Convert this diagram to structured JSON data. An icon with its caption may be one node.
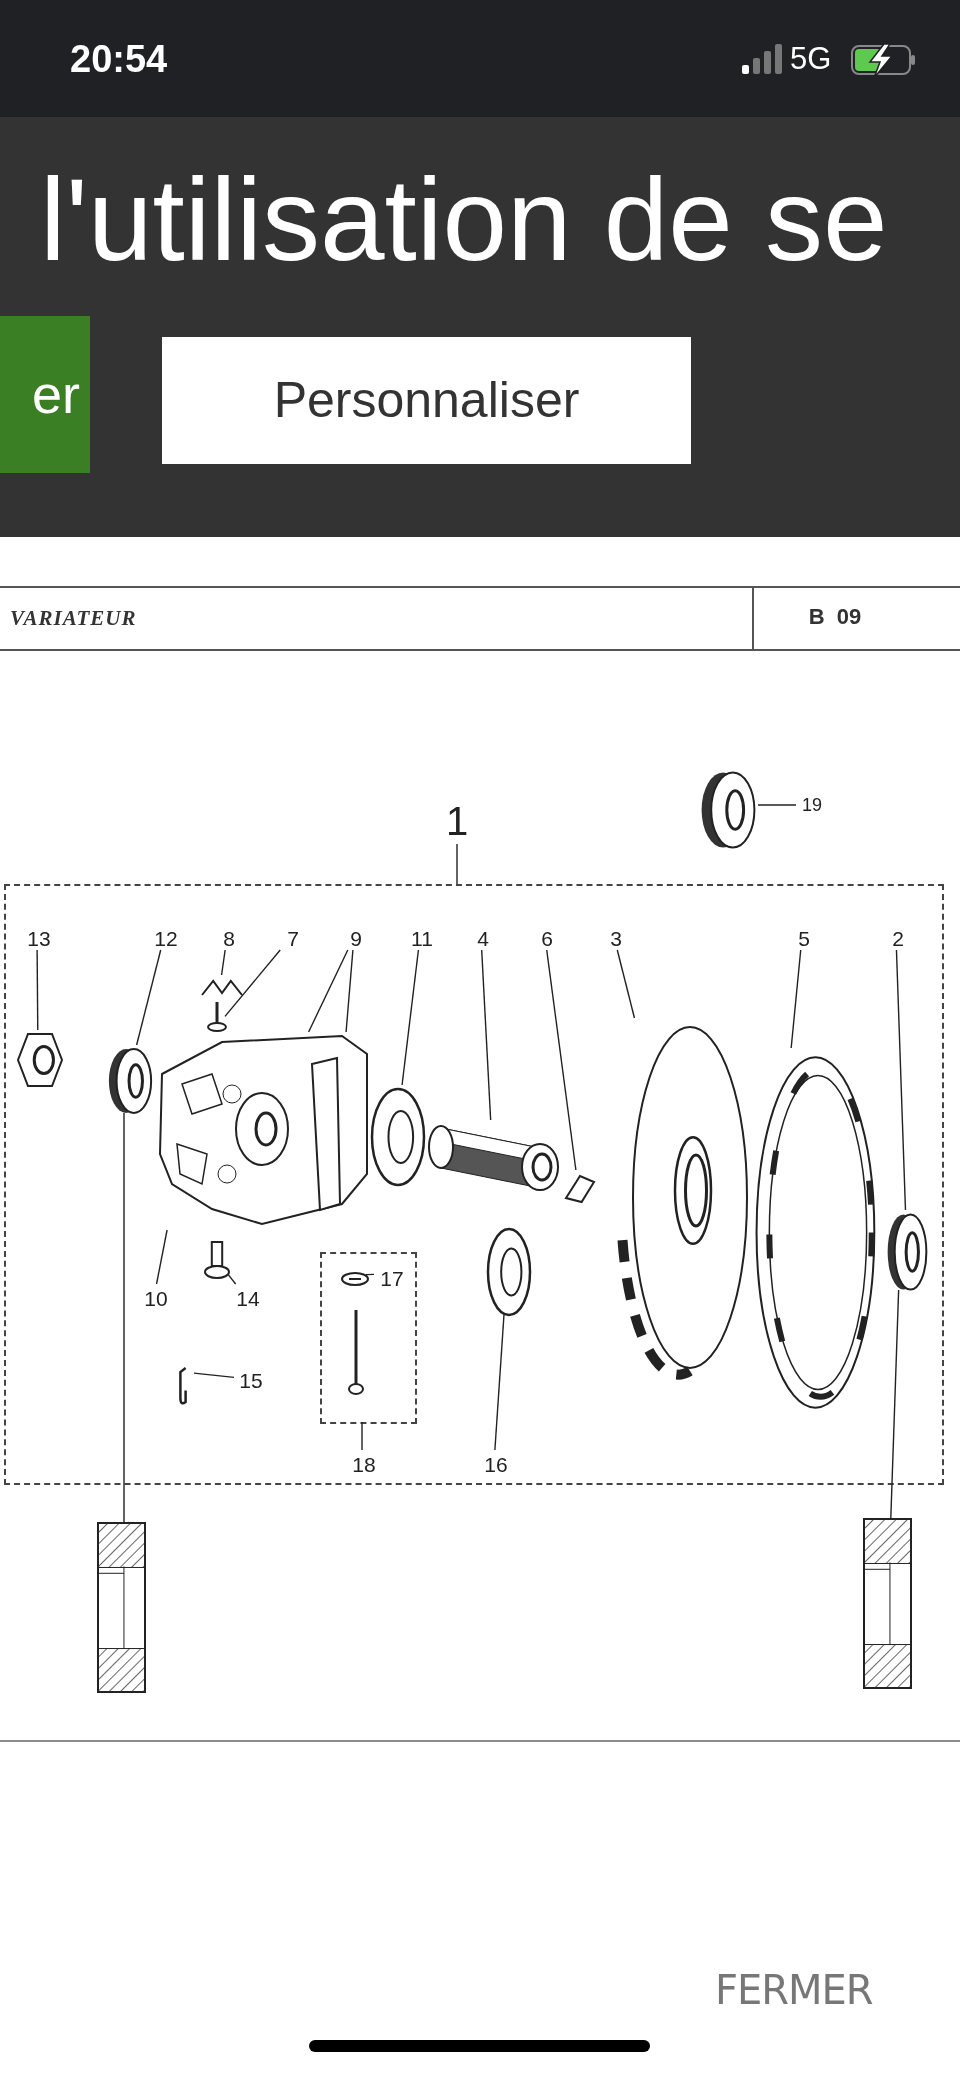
{
  "diagram": {
    "nodes": [
      {
        "text": [
          "1"
        ]
      },
      {
        "text": [],
        "shape": "box"
      },
      {
        "text": [
          "19"
        ]
      },
      {
        "text": [],
        "shape": "picture"
      },
      {
        "text": [
          "13"
        ],
        "in": 1
      },
      {
        "text": [],
        "shape": "picture",
        "in": 1
      },
      {
        "text": [
          "12"
        ],
        "in": 1
      },
      {
        "text": [],
        "shape": "picture",
        "in": 1
      },
      {
        "text": [
          "8"
        ],
        "in": 1
      },
      {
        "text": [],
        "shape": "picture",
        "in": 1
      },
      {
        "text": [
          "7"
        ],
        "in": 1
      },
      {
        "text": [],
        "shape": "picture",
        "in": 1
      },
      {
        "text": [
          "9"
        ],
        "in": 1
      },
      {
        "text": [],
        "shape": "picture",
        "in": 1
      },
      {
        "text": [
          "11"
        ],
        "in": 1
      },
      {
        "text": [],
        "shape": "picture",
        "in": 1
      },
      {
        "text": [
          "4"
        ],
        "in": 1
      },
      {
        "text": [],
        "shape": "picture",
        "in": 1
      },
      {
        "text": [
          "6"
        ],
        "in": 1
      },
      {
        "text": [],
        "shape": "picture",
        "in": 1
      },
      {
        "text": [
          "3"
        ],
        "in": 1
      },
      {
        "text": [],
        "shape": "picture",
        "in": 1
      },
      {
        "text": [
          "5"
        ],
        "in": 1
      },
      {
        "text": [],
        "shape": "picture",
        "in": 1
      },
      {
        "text": [
          "2"
        ],
        "in": 1
      },
      {
        "text": [],
        "shape": "picture",
        "in": 1
      },
      {
        "text": [
          "10"
        ],
        "in": 1
      },
      {
        "text": [
          "14"
        ],
        "in": 1
      },
      {
        "text": [],
        "shape": "picture",
        "in": 1
      },
      {
        "text": [
          "15"
        ],
        "in": 1
      },
      {
        "text": [],
        "shape": "picture",
        "in": 1
      },
      {
        "text": [
          "16"
        ],
        "in": 1
      },
      {
        "text": [],
        "shape": "picture",
        "in": 1
      },
      {
        "text": [
          "18"
        ],
        "in": 1
      },
      {
        "text": [],
        "shape": "box",
        "in": 1
      },
      {
        "text": [
          "17"
        ],
        "in": 34
      },
      {
        "text": [],
        "shape": "picture",
        "in": 34
      },
      {
        "text": [],
        "shape": "picture"
      },
      {
        "text": [],
        "shape": "picture"
      }
    ],
    "edges": [
      {
        "from": 0,
        "to": 1,
        "arrow": "none"
      },
      {
        "from": 2,
        "to": 3,
        "arrow": "none"
      },
      {
        "from": 4,
        "to": 5,
        "arrow": "none"
      },
      {
        "from": 6,
        "to": 7,
        "arrow": "none"
      },
      {
        "from": 8,
        "to": 9,
        "arrow": "none"
      },
      {
        "from": 10,
        "to": 11,
        "arrow": "none"
      },
      {
        "from": 12,
        "to": 13,
        "arrow": "none"
      },
      {
        "from": 12,
        "to": 13,
        "arrow": "none"
      },
      {
        "from": 14,
        "to": 15,
        "arrow": "none"
      },
      {
        "from": 16,
        "to": 17,
        "arrow": "none"
      },
      {
        "from": 18,
        "to": 19,
        "arrow": "none"
      },
      {
        "from": 20,
        "to": 21,
        "arrow": "none"
      },
      {
        "from": 22,
        "to": 23,
        "arrow": "none"
      },
      {
        "from": 24,
        "to": 25,
        "arrow": "none"
      },
      {
        "from": 26,
        "to": 13,
        "arrow": "none"
      },
      {
        "from": 27,
        "to": 28,
        "arrow": "none"
      },
      {
        "from": 29,
        "to": 30,
        "arrow": "none"
      },
      {
        "from": 31,
        "to": 32,
        "arrow": "none"
      },
      {
        "from": 33,
        "to": 34,
        "arrow": "none"
      },
      {
        "from": 35,
        "to": 36,
        "arrow": "none"
      },
      {
        "from": 7,
        "to": 37,
        "arrow": "none"
      },
      {
        "from": 25,
        "to": 38,
        "arrow": "none"
      }
    ],
    "labels": [
      "20:54",
      "5G",
      "l'utilisation de se",
      "er",
      "Personnaliser",
      "VARIATEUR",
      "B 09",
      "FERMER"
    ]
  }
}
